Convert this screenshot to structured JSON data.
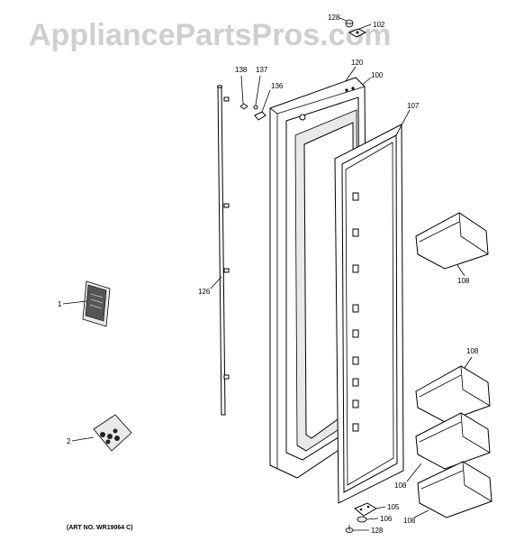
{
  "watermark": "AppliancePartsPros.com",
  "art_number": "(ART NO. WR19064 C)",
  "callouts": {
    "c128_top": "128",
    "c102": "102",
    "c120": "120",
    "c100": "100",
    "c138": "138",
    "c137": "137",
    "c136": "136",
    "c107": "107",
    "c126": "126",
    "c1": "1",
    "c108_a": "108",
    "c108_b": "108",
    "c108_c": "108",
    "c108_d": "108",
    "c2": "2",
    "c105": "105",
    "c106": "106",
    "c128_bottom": "128"
  }
}
